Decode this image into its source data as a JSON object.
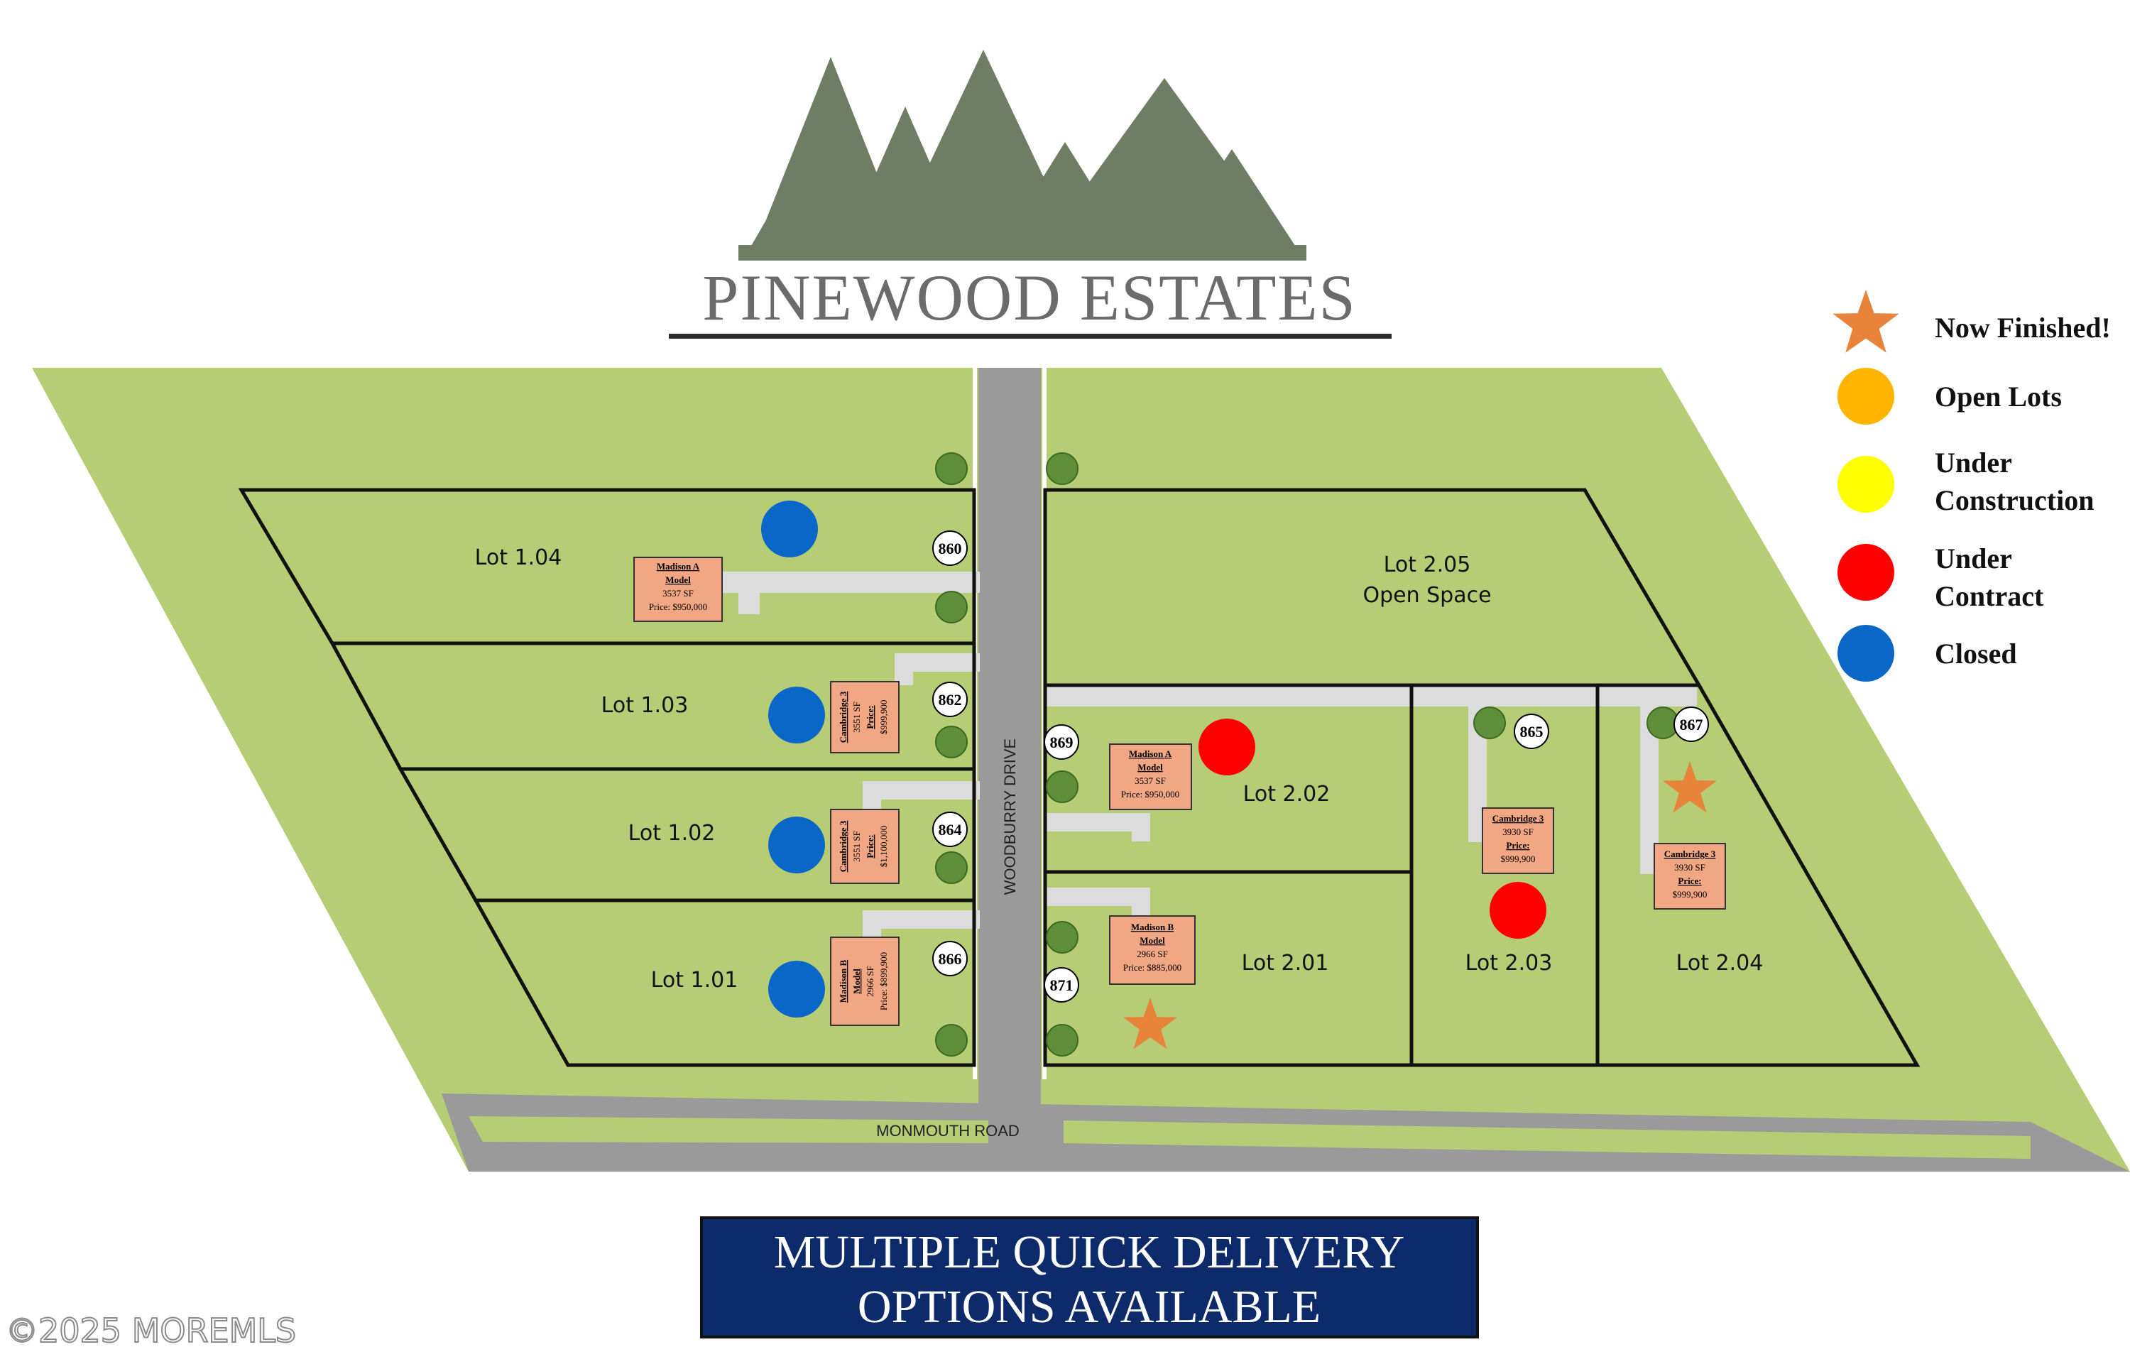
{
  "title": "PINEWOOD ESTATES",
  "legend": [
    {
      "label": "Now Finished!",
      "shape": "star-icon",
      "color": "#e8833a"
    },
    {
      "label": "Open Lots",
      "shape": "circle",
      "color": "#ffb400"
    },
    {
      "label": "Under Construction",
      "line1": "Under",
      "line2": "Construction",
      "shape": "circle",
      "color": "#ffff00"
    },
    {
      "label": "Under Contract",
      "line1": "Under",
      "line2": "Contract",
      "shape": "circle",
      "color": "#ff0000"
    },
    {
      "label": "Closed",
      "shape": "circle",
      "color": "#0a67c8"
    }
  ],
  "roads": {
    "main": "WOODBURRY DRIVE",
    "cross": "MONMOUTH ROAD"
  },
  "lots": [
    {
      "label": "Lot 1.04",
      "address": "860",
      "status": "Closed",
      "model": {
        "name": "Madison A",
        "line2": "Model",
        "sf": "3537 SF",
        "price": "Price: $950,000"
      }
    },
    {
      "label": "Lot 1.03",
      "address": "862",
      "status": "Closed",
      "model": {
        "name": "Cambridge 3",
        "sf": "3551 SF",
        "price_label": "Price:",
        "price": "$999,900"
      }
    },
    {
      "label": "Lot 1.02",
      "address": "864",
      "status": "Closed",
      "model": {
        "name": "Cambridge 3",
        "sf": "3551 SF",
        "price_label": "Price:",
        "price": "$1,100,000"
      }
    },
    {
      "label": "Lot 1.01",
      "address": "866",
      "status": "Closed",
      "model": {
        "name": "Madison B",
        "line2": "Model",
        "sf": "2966 SF",
        "price": "Price: $899,900"
      }
    },
    {
      "label": "Lot 2.05",
      "sublabel": "Open Space"
    },
    {
      "label": "Lot 2.02",
      "address": "869",
      "status": "Under Contract",
      "model": {
        "name": "Madison A",
        "line2": "Model",
        "sf": "3537 SF",
        "price": "Price: $950,000"
      }
    },
    {
      "label": "Lot 2.01",
      "address": "871",
      "status": "Now Finished!",
      "model": {
        "name": "Madison B",
        "line2": "Model",
        "sf": "2966 SF",
        "price": "Price: $885,000"
      }
    },
    {
      "label": "Lot 2.03",
      "address": "865",
      "status": "Under Contract",
      "model": {
        "name": "Cambridge 3",
        "sf": "3930 SF",
        "price_label": "Price:",
        "price": "$999,900"
      }
    },
    {
      "label": "Lot 2.04",
      "address": "867",
      "status": "Now Finished!",
      "model": {
        "name": "Cambridge 3",
        "sf": "3930 SF",
        "price_label": "Price:",
        "price": "$999,900"
      }
    }
  ],
  "banner": {
    "line1": "MULTIPLE QUICK DELIVERY",
    "line2": "OPTIONS AVAILABLE",
    "bg": "#0d2b6b"
  },
  "copyright": "©2025 MOREMLS",
  "colors": {
    "grass": "#b7cd75",
    "road": "#9a9a9a",
    "driveway": "#dcdcdc",
    "model_box": "#f2a784",
    "tree_logo": "#6e7d63"
  }
}
